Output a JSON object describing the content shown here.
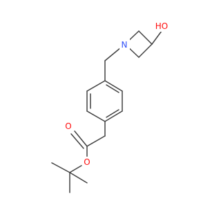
{
  "structure": {
    "atom_labels": {
      "hydroxyl": "HO",
      "nitrogen": "N",
      "ester_carbonyl_oxygen": "O",
      "ester_ether_oxygen": "O"
    },
    "colors": {
      "bond": "#404040",
      "oxygen": "#ff0d0d",
      "nitrogen": "#3050f8",
      "background": "#ffffff"
    }
  }
}
